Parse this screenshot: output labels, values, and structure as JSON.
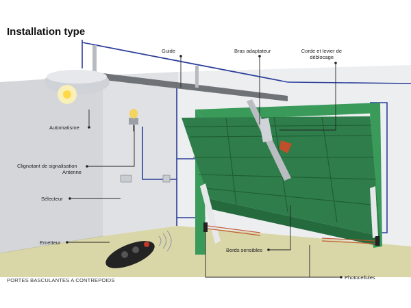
{
  "title": "Installation type",
  "caption": "PORTES BASCULANTES A CONTREPOIDS",
  "labels": {
    "guide": "Guide",
    "bras_adaptateur": "Bras adaptateur",
    "corde_levier_line1": "Corde et levier de",
    "corde_levier_line2": "déblocage",
    "automatisme": "Automatisme",
    "clignotant_line1": "Clignotant de signalisation",
    "clignotant_line2": "Antenne",
    "selecteur": "Sélecteur",
    "emetteur": "Emetteur",
    "bords_sensibles": "Bords sensibles",
    "photocellules": "Photocellules"
  },
  "colors": {
    "door_green": "#2e7d4a",
    "door_dark": "#1f5c34",
    "frame_green": "#3a9a5a",
    "wall": "#e9ebee",
    "floor": "#d9d6a8",
    "wire_blue": "#2c3f9a",
    "callout": "#222222",
    "photocell_beam": "#c0502a"
  }
}
